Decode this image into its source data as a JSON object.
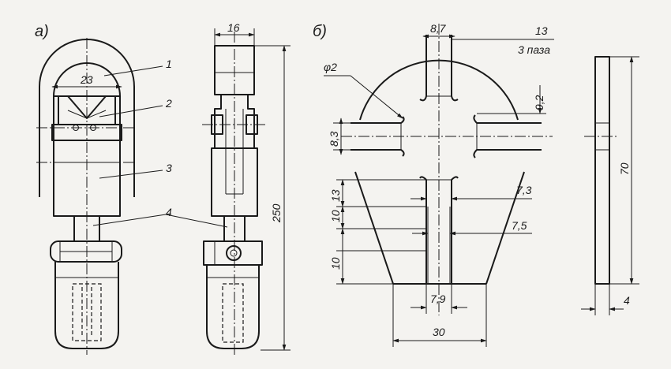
{
  "views": {
    "a": {
      "label": "а)"
    },
    "b": {
      "label": "б)"
    }
  },
  "callouts": [
    "1",
    "2",
    "3",
    "4"
  ],
  "dimensions": {
    "a_width_23": "23",
    "a_width_16": "16",
    "a_height_250": "250",
    "b_slot_8_7": "8,7",
    "b_13": "13",
    "b_3_slots": "3 паза",
    "b_phi2": "φ2",
    "b_9_2": "9,2",
    "b_8_3": "8,3",
    "b_13_left": "13",
    "b_10_upper": "10",
    "b_10_lower": "10",
    "b_7_3": "7,3",
    "b_7_5": "7,5",
    "b_7_9": "7,9",
    "b_30": "30",
    "c_70": "70",
    "c_4": "4"
  }
}
